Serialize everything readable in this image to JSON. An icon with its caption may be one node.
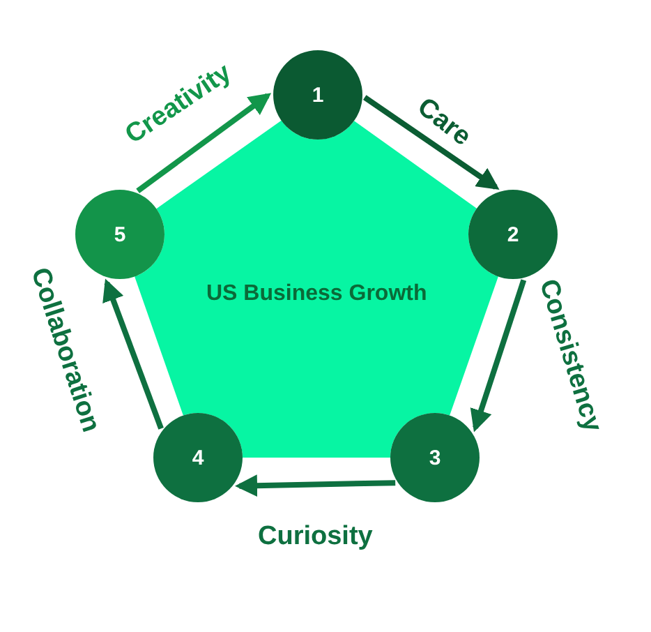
{
  "diagram": {
    "nodes": [
      {
        "text": [
          "US Business Growth"
        ]
      },
      {
        "text": [
          "1"
        ]
      },
      {
        "text": [
          "2"
        ]
      },
      {
        "text": [
          "3"
        ]
      },
      {
        "text": [
          "4"
        ]
      },
      {
        "text": [
          "5"
        ]
      }
    ],
    "edges": [
      {
        "from": 1,
        "to": 2,
        "arrow": "to",
        "label": "Care",
        "color": "#0b5d33"
      },
      {
        "from": 2,
        "to": 3,
        "arrow": "to",
        "label": "Consistency"
      },
      {
        "from": 3,
        "to": 4,
        "arrow": "to",
        "label": "Curiosity"
      },
      {
        "from": 4,
        "to": 5,
        "arrow": "to",
        "label": "Collaboration"
      },
      {
        "from": 5,
        "to": 1,
        "arrow": "to",
        "label": "Creativity",
        "color": "#12964a"
      }
    ]
  }
}
